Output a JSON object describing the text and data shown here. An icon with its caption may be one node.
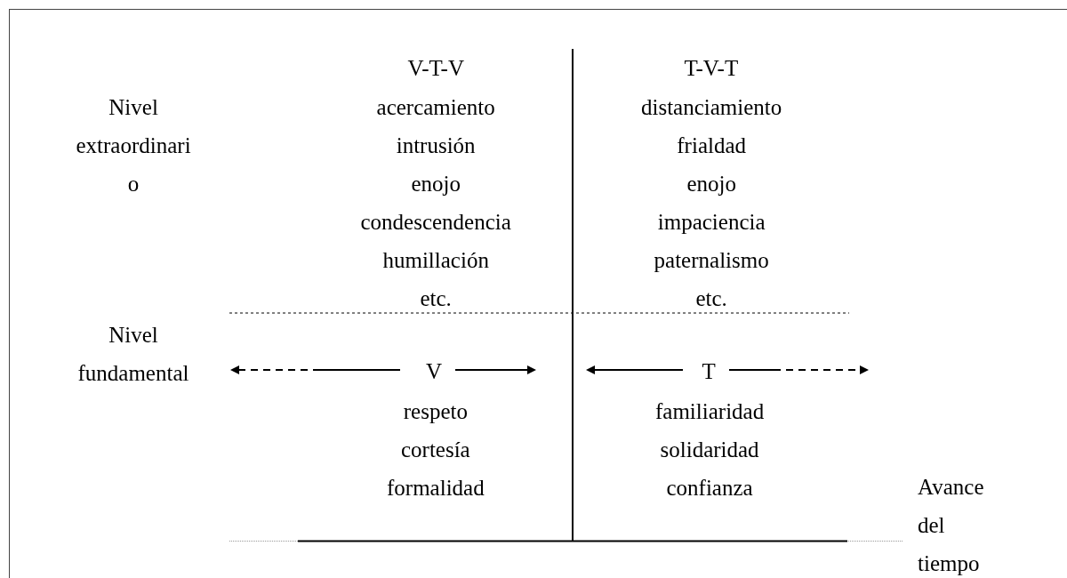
{
  "diagram": {
    "labels": [
      "Nivel extraordinari o",
      "V-T-V",
      "acercamiento intrusión enojo condescendencia humillación etc.",
      "T-V-T",
      "distanciamiento frialdad enojo impaciencia paternalismo etc.",
      "Nivel fundamental",
      "V",
      "T",
      "respeto cortesía formalidad",
      "familiaridad solidaridad confianza",
      "Avance del tiempo"
    ]
  }
}
